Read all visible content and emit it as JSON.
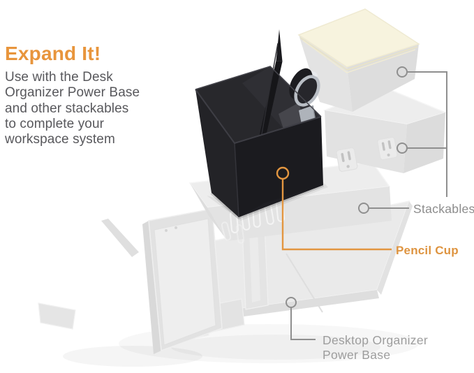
{
  "page": {
    "background": "#ffffff"
  },
  "intro": {
    "heading": "Expand It!",
    "body": "Use with the Desk\nOrganizer Power Base\nand other stackables\nto complete your\nworkspace system"
  },
  "callouts": {
    "stackables": {
      "label": "Stackables"
    },
    "pencil_cup": {
      "label": "Pencil Cup"
    },
    "power_base": {
      "label": "Desktop Organizer\nPower Base"
    }
  },
  "colors": {
    "accent_orange": "#E8953C",
    "pencil_cup_label_orange": "#DE9440",
    "stackables_gray": "#8C8C8C",
    "power_base_gray": "#9D9D9D",
    "body_text_gray": "#58585C",
    "callout_line_gray": "#8F8F8F",
    "callout_line_orange": "#E39640",
    "cup_black": "#1B1B1F",
    "ghost_gray": "#E4E4E4",
    "sticky_note_cream": "#F7F3DE"
  },
  "product": {
    "hero_item": "pencil-cup",
    "hero_contents": [
      "pen",
      "scissors"
    ],
    "ghosted_items": [
      "sticky-note-module",
      "power-outlet-module",
      "paperclip-tray",
      "desktop-power-base",
      "phone-stand-with-phone"
    ]
  }
}
